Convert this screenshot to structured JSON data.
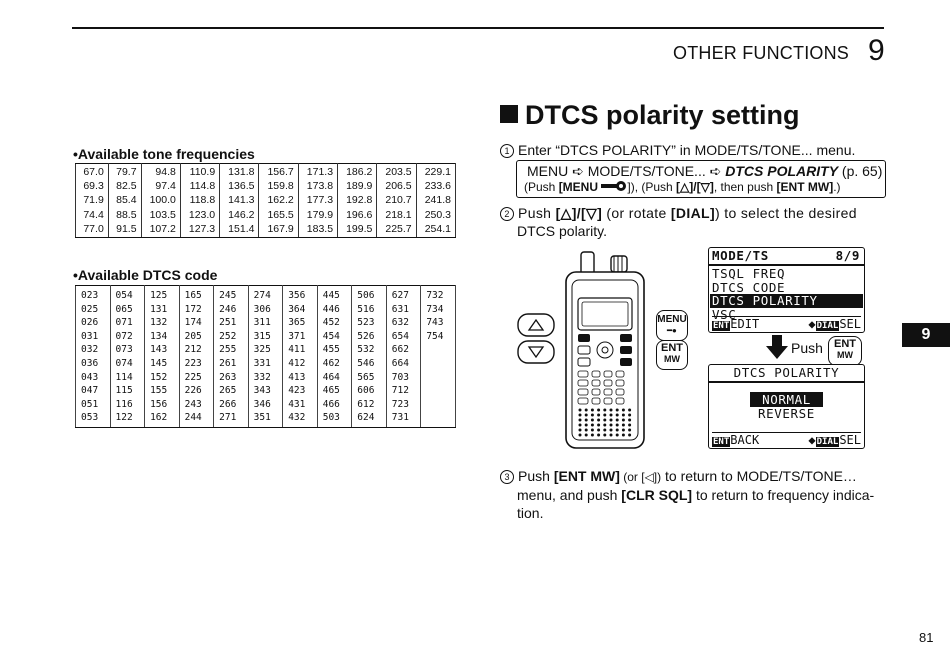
{
  "header": {
    "section": "OTHER FUNCTIONS",
    "chapter": "9"
  },
  "title": "DTCS polarity setting",
  "tone": {
    "heading": "•Available tone frequencies",
    "columns": [
      [
        "67.0",
        "69.3",
        "71.9",
        "74.4",
        "77.0"
      ],
      [
        "79.7",
        "82.5",
        "85.4",
        "88.5",
        "91.5"
      ],
      [
        "94.8",
        "97.4",
        "100.0",
        "103.5",
        "107.2"
      ],
      [
        "110.9",
        "114.8",
        "118.8",
        "123.0",
        "127.3"
      ],
      [
        "131.8",
        "136.5",
        "141.3",
        "146.2",
        "151.4"
      ],
      [
        "156.7",
        "159.8",
        "162.2",
        "165.5",
        "167.9"
      ],
      [
        "171.3",
        "173.8",
        "177.3",
        "179.9",
        "183.5"
      ],
      [
        "186.2",
        "189.9",
        "192.8",
        "196.6",
        "199.5"
      ],
      [
        "203.5",
        "206.5",
        "210.7",
        "218.1",
        "225.7"
      ],
      [
        "229.1",
        "233.6",
        "241.8",
        "250.3",
        "254.1"
      ]
    ]
  },
  "dtcs": {
    "heading": "•Available DTCS code",
    "columns": [
      [
        "023",
        "025",
        "026",
        "031",
        "032",
        "036",
        "043",
        "047",
        "051",
        "053"
      ],
      [
        "054",
        "065",
        "071",
        "072",
        "073",
        "074",
        "114",
        "115",
        "116",
        "122"
      ],
      [
        "125",
        "131",
        "132",
        "134",
        "143",
        "145",
        "152",
        "155",
        "156",
        "162"
      ],
      [
        "165",
        "172",
        "174",
        "205",
        "212",
        "223",
        "225",
        "226",
        "243",
        "244"
      ],
      [
        "245",
        "246",
        "251",
        "252",
        "255",
        "261",
        "263",
        "265",
        "266",
        "271"
      ],
      [
        "274",
        "306",
        "311",
        "315",
        "325",
        "331",
        "332",
        "343",
        "346",
        "351"
      ],
      [
        "356",
        "364",
        "365",
        "371",
        "411",
        "412",
        "413",
        "423",
        "431",
        "432"
      ],
      [
        "445",
        "446",
        "452",
        "454",
        "455",
        "462",
        "464",
        "465",
        "466",
        "503"
      ],
      [
        "506",
        "516",
        "523",
        "526",
        "532",
        "546",
        "565",
        "606",
        "612",
        "624"
      ],
      [
        "627",
        "631",
        "632",
        "654",
        "662",
        "664",
        "703",
        "712",
        "723",
        "731"
      ],
      [
        "732",
        "734",
        "743",
        "754",
        "",
        "",
        "",
        "",
        "",
        ""
      ]
    ]
  },
  "steps": {
    "s1_num": "1",
    "s1_text": "Enter “DTCS POLARITY” in MODE/TS/TONE... menu.",
    "menu_path": {
      "a": "MENU",
      "b": "MODE/TS/TONE...",
      "c": "DTCS POLARITY",
      "d": "(p. 65)",
      "push1": "(Push ",
      "menu_key": "[MENU ",
      "close1": "]), (Push ",
      "arrows": "[△]/[▽]",
      "then": ", then push ",
      "ent": "[ENT MW]",
      "close2": ".)"
    },
    "s2_num": "2",
    "s2_a": "Push ",
    "s2_keys": "[△]/[▽]",
    "s2_b": " (or rotate ",
    "s2_dial": "[DIAL]",
    "s2_c": ") to select the desired",
    "s2_d": "DTCS polarity.",
    "s3_num": "3",
    "s3_a": "Push ",
    "s3_ent": "[ENT MW]",
    "s3_or": " (or [◁])",
    "s3_b": " to return to MODE/TS/TONE…",
    "s3_c": "menu, and push ",
    "s3_clr": "[CLR SQL]",
    "s3_d": " to return to frequency indica-",
    "s3_e": "tion."
  },
  "lcd1": {
    "title": "MODE/TS",
    "page": "8/9",
    "items": [
      "TSQL FREQ",
      "DTCS CODE",
      "DTCS POLARITY",
      "VSC"
    ],
    "selected": "DTCS POLARITY",
    "ent": "ENT",
    "edit": "EDIT",
    "dial": "DIAL",
    "sel": "SEL"
  },
  "lcd2": {
    "title": "DTCS POLARITY",
    "options": [
      "NORMAL",
      "REVERSE"
    ],
    "selected": "NORMAL",
    "ent": "ENT",
    "back": "BACK",
    "dial": "DIAL",
    "sel": "SEL"
  },
  "keys": {
    "menu": "MENU",
    "ent": "ENT",
    "mw": "MW",
    "push": "Push"
  },
  "side_tab": "9",
  "page_number": "81"
}
